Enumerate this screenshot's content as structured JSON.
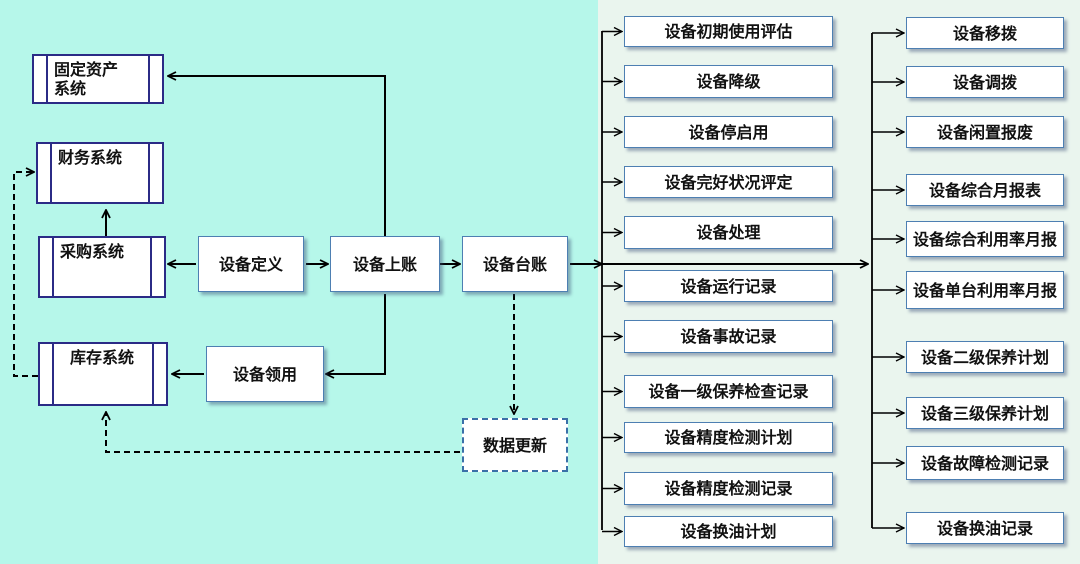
{
  "colors": {
    "left_background": "#b6f7ea",
    "right_background": "#eaf5ee",
    "external_border": "#2b2b86",
    "box_border": "#4d7fb2"
  },
  "external_systems": {
    "fixed_asset": "固定资产\n系统",
    "finance": "财务系统",
    "purchase": "采购系统",
    "inventory": "库存系统"
  },
  "core": {
    "definition": "设备定义",
    "posting": "设备上账",
    "ledger": "设备台账",
    "requisition": "设备领用",
    "data_update": "数据更新"
  },
  "middle_items": [
    "设备初期使用评估",
    "设备降级",
    "设备停启用",
    "设备完好状况评定",
    "设备处理",
    "设备运行记录",
    "设备事故记录",
    "设备一级保养检查记录",
    "设备精度检测计划",
    "设备精度检测记录",
    "设备换油计划"
  ],
  "right_items": [
    "设备移拨",
    "设备调拨",
    "设备闲置报废",
    "设备综合月报表",
    "设备综合利用率月报",
    "设备单台利用率月报",
    "设备二级保养计划",
    "设备三级保养计划",
    "设备故障检测记录",
    "设备换油记录"
  ]
}
